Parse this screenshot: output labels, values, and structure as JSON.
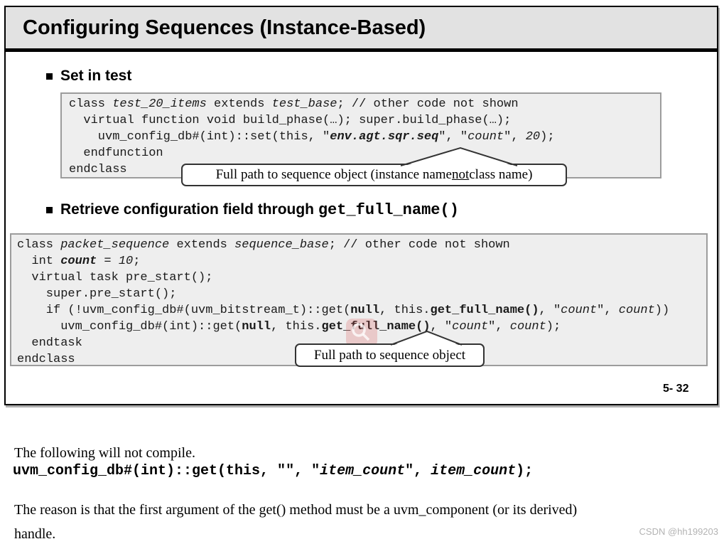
{
  "slide": {
    "title": "Configuring Sequences (Instance-Based)",
    "page_number": "5- 32",
    "bullets": {
      "set_in_test": "Set in test",
      "retrieve": [
        {
          "t": "Retrieve configuration field through "
        },
        {
          "t": "get_full_name()",
          "s": "m"
        }
      ]
    },
    "code_block_1": {
      "lines": [
        [
          {
            "t": "class "
          },
          {
            "t": "test_20_items",
            "s": "i"
          },
          {
            "t": " extends "
          },
          {
            "t": "test_base",
            "s": "i"
          },
          {
            "t": "; // other code not shown"
          }
        ],
        [
          {
            "t": "  virtual function void build_phase(…); super.build_phase(…);"
          }
        ],
        [
          {
            "t": "    uvm_config_db#(int)::set(this, \""
          },
          {
            "t": "env.agt.sqr.seq",
            "s": "bi"
          },
          {
            "t": "\", \""
          },
          {
            "t": "count",
            "s": "i"
          },
          {
            "t": "\", "
          },
          {
            "t": "20",
            "s": "i"
          },
          {
            "t": ");"
          }
        ],
        [
          {
            "t": "  endfunction"
          }
        ],
        [
          {
            "t": "endclass"
          }
        ]
      ]
    },
    "callout_1": [
      {
        "t": "Full path to sequence object (instance name "
      },
      {
        "t": "not",
        "s": "u"
      },
      {
        "t": " class name)"
      }
    ],
    "code_block_2": {
      "lines": [
        [
          {
            "t": "class "
          },
          {
            "t": "packet_sequence",
            "s": "i"
          },
          {
            "t": " extends "
          },
          {
            "t": "sequence_base",
            "s": "i"
          },
          {
            "t": "; // other code not shown"
          }
        ],
        [
          {
            "t": "  int "
          },
          {
            "t": "count",
            "s": "bi"
          },
          {
            "t": " = "
          },
          {
            "t": "10",
            "s": "i"
          },
          {
            "t": ";"
          }
        ],
        [
          {
            "t": "  virtual task pre_start();"
          }
        ],
        [
          {
            "t": "    super.pre_start();"
          }
        ],
        [
          {
            "t": "    if (!uvm_config_db#(uvm_bitstream_t)::get("
          },
          {
            "t": "null",
            "s": "b"
          },
          {
            "t": ", this."
          },
          {
            "t": "get_full_name()",
            "s": "b"
          },
          {
            "t": ", \""
          },
          {
            "t": "count",
            "s": "i"
          },
          {
            "t": "\", "
          },
          {
            "t": "count",
            "s": "i"
          },
          {
            "t": "))"
          }
        ],
        [
          {
            "t": "      uvm_config_db#(int)::get("
          },
          {
            "t": "null",
            "s": "b"
          },
          {
            "t": ", this."
          },
          {
            "t": "get_full_name()",
            "s": "b"
          },
          {
            "t": ", \""
          },
          {
            "t": "count",
            "s": "i"
          },
          {
            "t": "\", "
          },
          {
            "t": "count",
            "s": "i"
          },
          {
            "t": ");"
          }
        ],
        [
          {
            "t": "  endtask"
          }
        ],
        [
          {
            "t": "endclass"
          }
        ]
      ]
    },
    "callout_2": [
      {
        "t": "Full path to sequence object"
      }
    ]
  },
  "notes": {
    "intro": "The following will not compile.",
    "code": [
      {
        "t": "uvm_config_db#(int)::get(this, \"\", \""
      },
      {
        "t": "item_count",
        "s": "i"
      },
      {
        "t": "\", "
      },
      {
        "t": "item_count",
        "s": "i"
      },
      {
        "t": ");"
      }
    ],
    "explanation_line1": "The reason is that the first argument of the get() method must be a uvm_component (or its derived)",
    "explanation_line2": "handle."
  },
  "watermark": {
    "text": "CSDN @hh199203"
  },
  "colors": {
    "title_bar_bg": "#e2e2e2",
    "code_bg": "#eeeeee",
    "code_border": "#9c9c9c",
    "watermark_pink": "#de6262",
    "watermark_text": "#b3b3b3"
  }
}
